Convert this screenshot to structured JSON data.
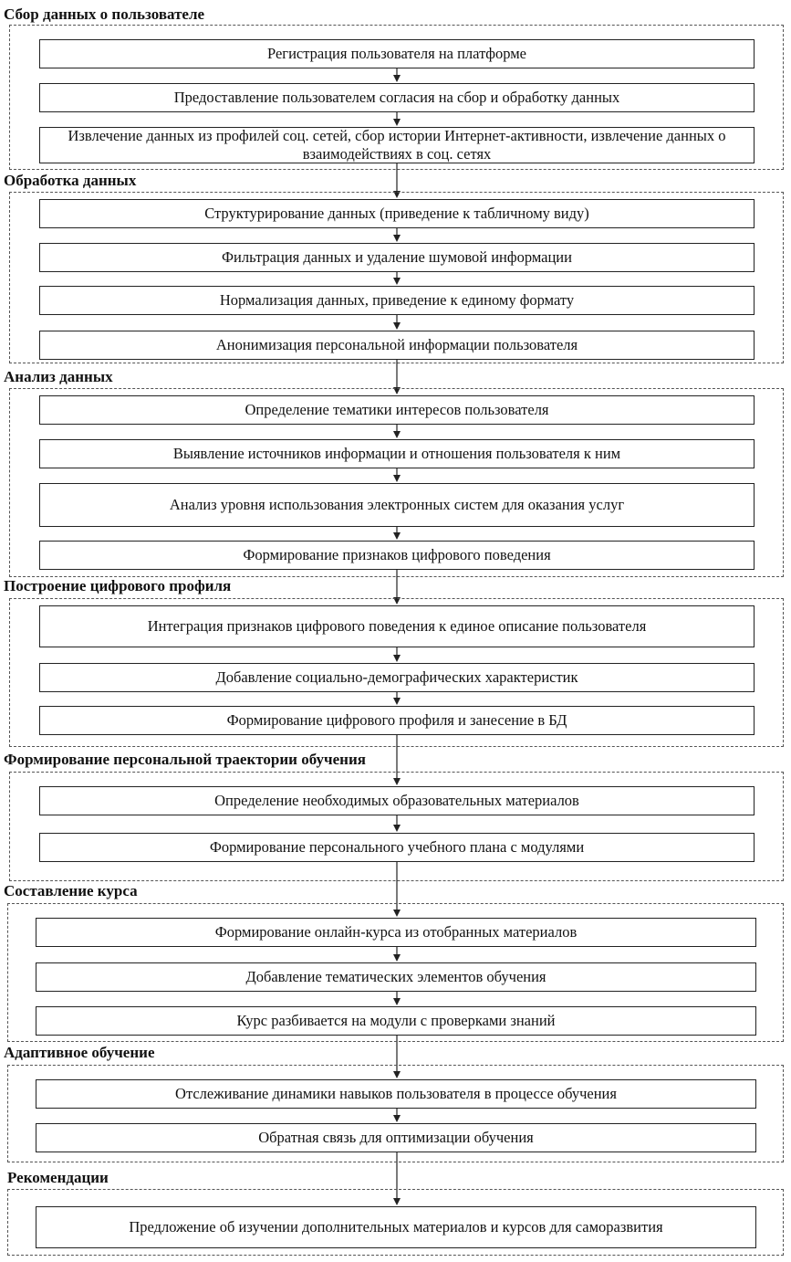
{
  "sections": [
    {
      "title": "Сбор данных о пользователе",
      "steps": [
        "Регистрация пользователя на платформе",
        "Предоставление пользователем согласия на сбор и обработку данных",
        "Извлечение данных из профилей соц. сетей, сбор истории Интернет-активности, извлечение данных о взаимодействиях в соц. сетях"
      ]
    },
    {
      "title": "Обработка данных",
      "steps": [
        "Структурирование данных (приведение к табличному виду)",
        "Фильтрация данных и удаление шумовой информации",
        "Нормализация данных, приведение к единому формату",
        "Анонимизация персональной информации пользователя"
      ]
    },
    {
      "title": "Анализ данных",
      "steps": [
        "Определение тематики интересов пользователя",
        "Выявление источников информации и отношения пользователя к ним",
        "Анализ уровня использования электронных систем для оказания услуг",
        "Формирование признаков цифрового поведения"
      ]
    },
    {
      "title": "Построение цифрового профиля",
      "steps": [
        "Интеграция признаков цифрового поведения к единое описание пользователя",
        "Добавление социально-демографических характеристик",
        "Формирование цифрового профиля и занесение в БД"
      ]
    },
    {
      "title": "Формирование персональной траектории обучения",
      "steps": [
        "Определение необходимых образовательных материалов",
        "Формирование персонального учебного плана с модулями"
      ]
    },
    {
      "title": "Составление курса",
      "steps": [
        "Формирование онлайн-курса из отобранных материалов",
        "Добавление тематических элементов обучения",
        "Курс разбивается на модули с проверками знаний"
      ]
    },
    {
      "title": "Адаптивное обучение",
      "steps": [
        "Отслеживание динамики навыков пользователя в процессе обучения",
        "Обратная связь для оптимизации обучения"
      ]
    },
    {
      "title": "Рекомендации",
      "steps": [
        "Предложение об изучении дополнительных материалов и курсов для саморазвития"
      ]
    }
  ]
}
